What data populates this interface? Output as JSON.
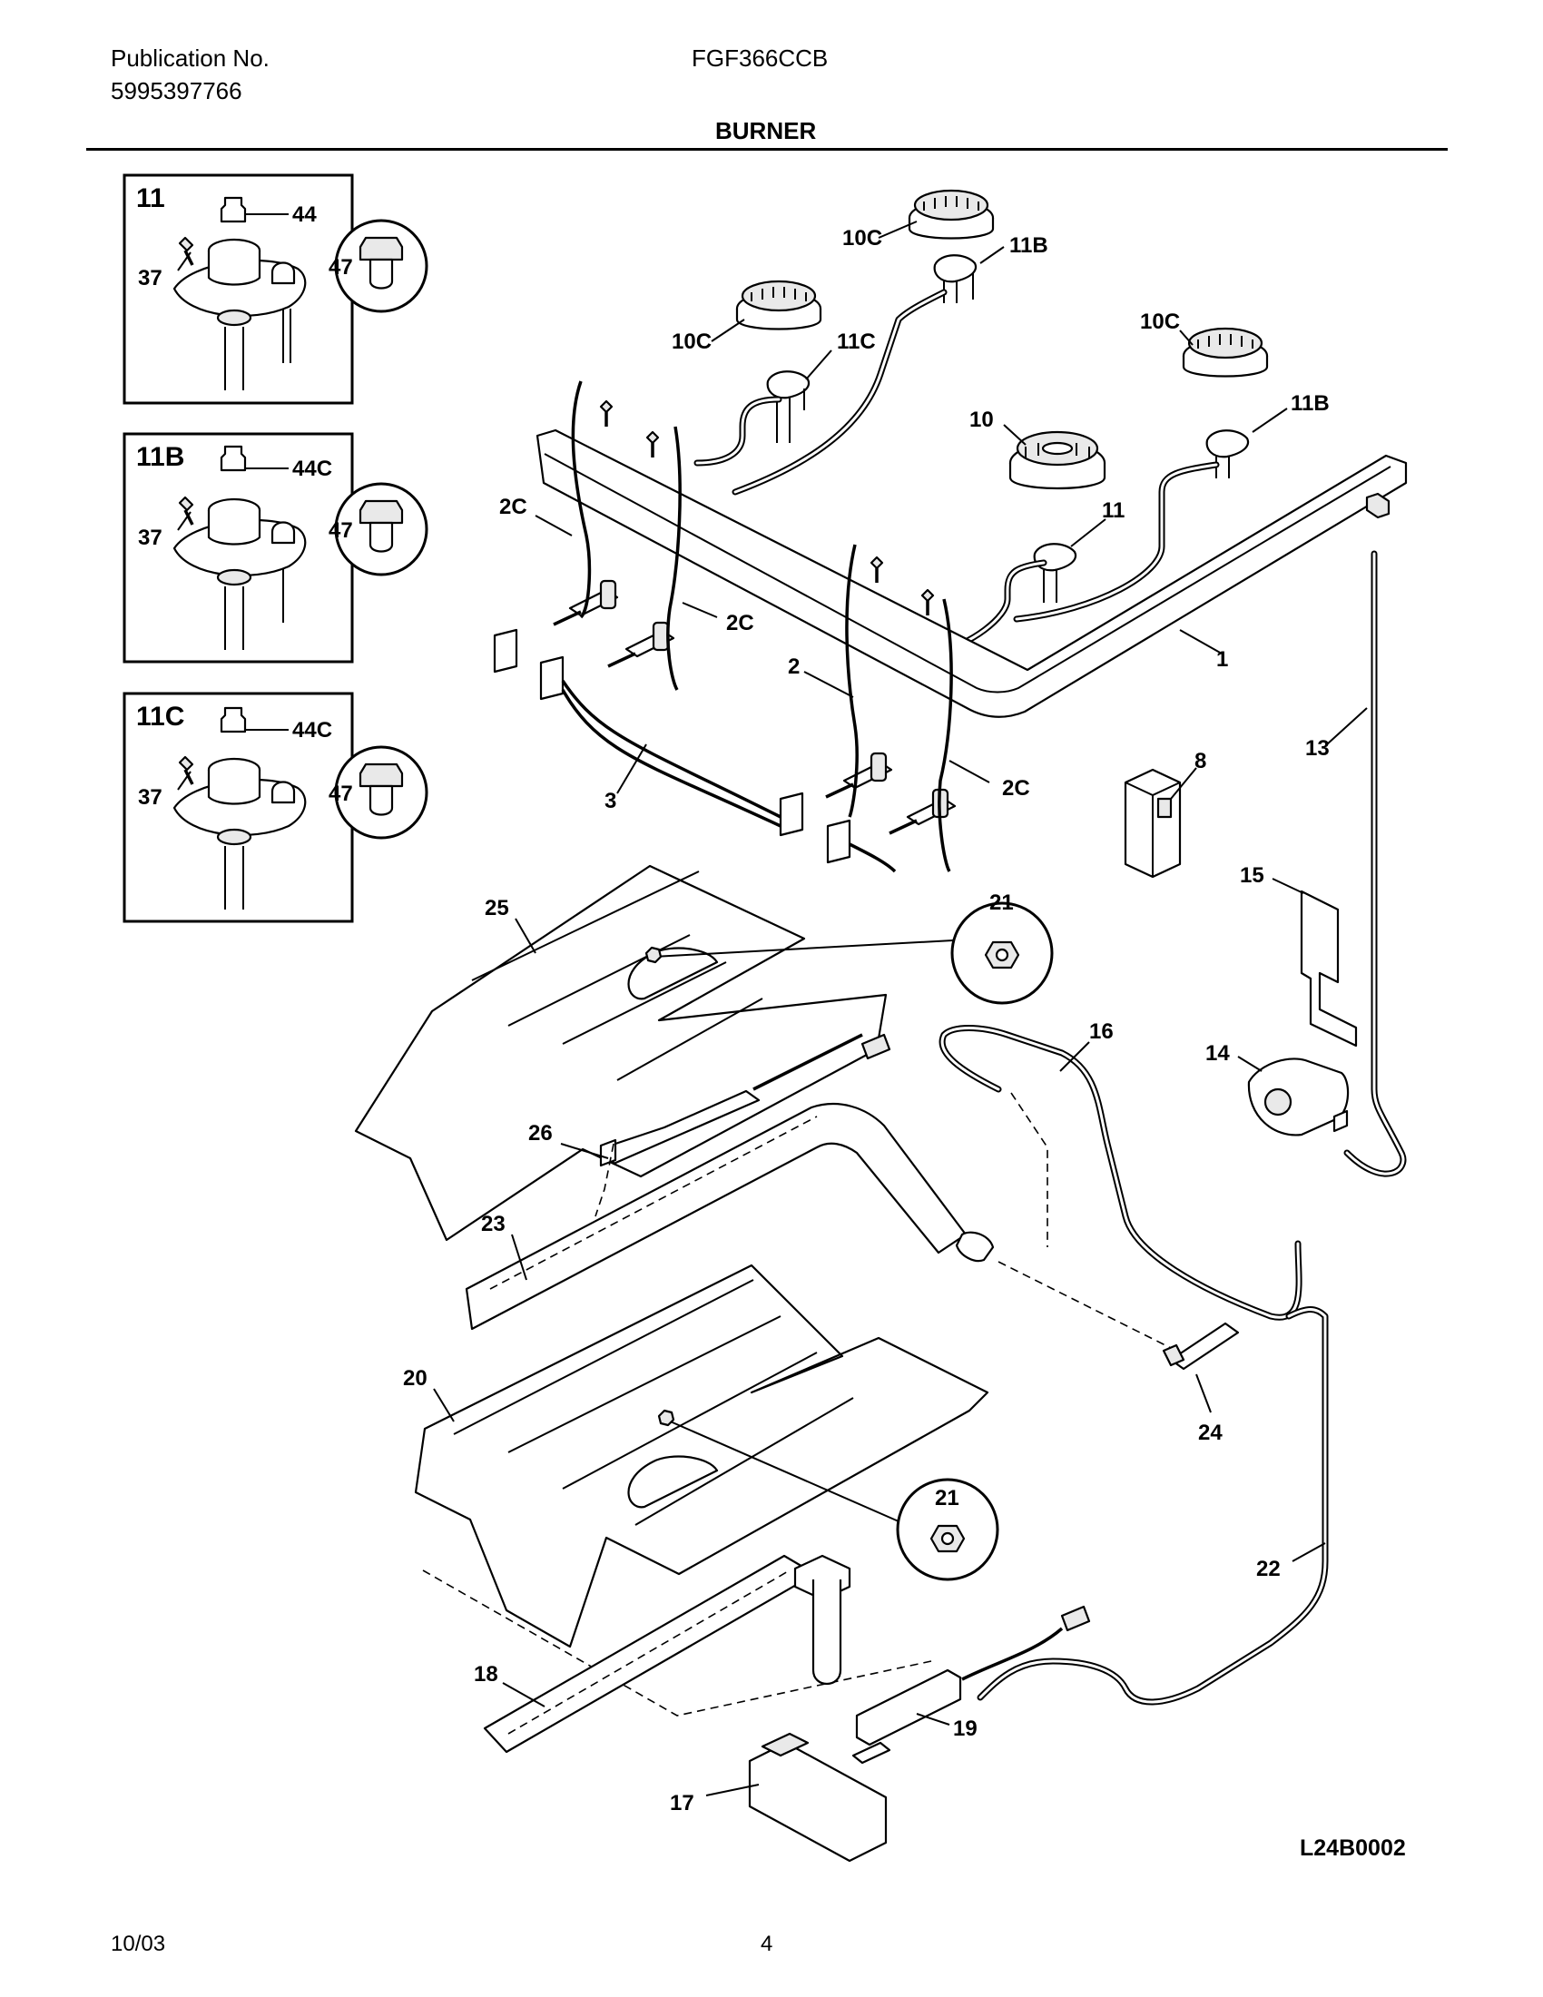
{
  "header": {
    "publication_label": "Publication No.",
    "publication_number": "5995397766",
    "model": "FGF366CCB",
    "section_title": "BURNER"
  },
  "footer": {
    "date": "10/03",
    "page": "4",
    "drawing_code": "L24B0002"
  },
  "insets": [
    {
      "title": "11",
      "labels": [
        "44",
        "37",
        "47"
      ]
    },
    {
      "title": "11B",
      "labels": [
        "44C",
        "37",
        "47"
      ]
    },
    {
      "title": "11C",
      "labels": [
        "44C",
        "37",
        "47"
      ]
    }
  ],
  "callouts": {
    "c10c_a": "10C",
    "c11b_a": "11B",
    "c10c_b": "10C",
    "c11c": "11C",
    "c10c_c": "10C",
    "c11b_b": "11B",
    "c10": "10",
    "c11": "11",
    "c2c_a": "2C",
    "c2c_b": "2C",
    "c2": "2",
    "c2c_c": "2C",
    "c1": "1",
    "c3": "3",
    "c8": "8",
    "c13": "13",
    "c15": "15",
    "c21_a": "21",
    "c25": "25",
    "c16": "16",
    "c14": "14",
    "c26": "26",
    "c23": "23",
    "c24": "24",
    "c20": "20",
    "c21_b": "21",
    "c22": "22",
    "c18": "18",
    "c19": "19",
    "c17": "17"
  }
}
